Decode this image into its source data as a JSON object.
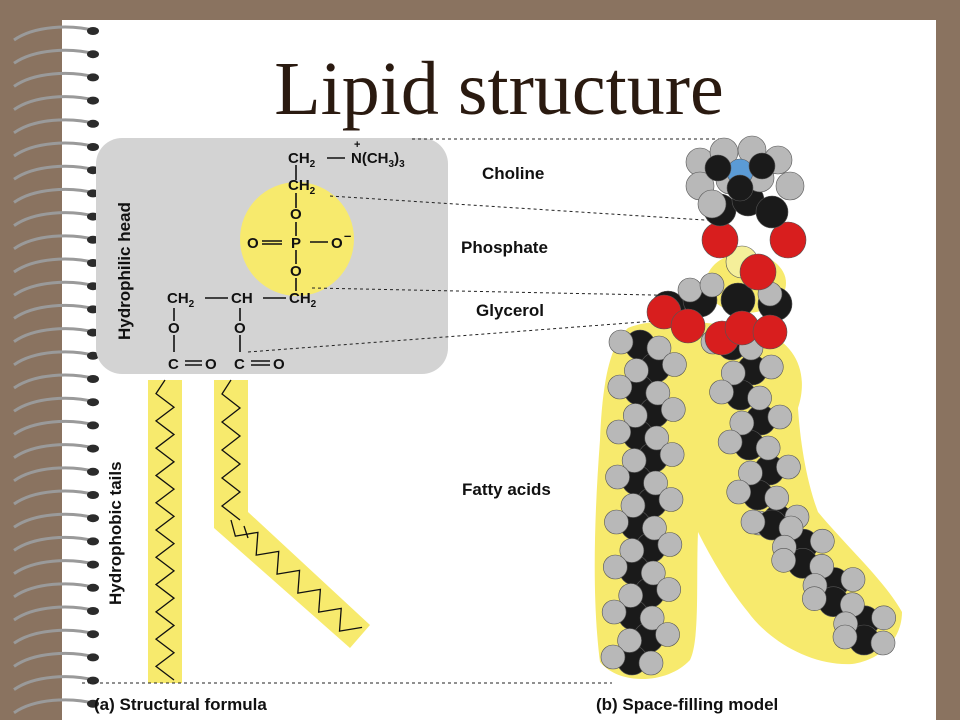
{
  "slide": {
    "title": "Lipid structure"
  },
  "structural": {
    "side_head": "Hydrophilic head",
    "side_tails": "Hydrophobic tails",
    "caption": "(a) Structural formula",
    "atoms": {
      "ch2_top": "CH",
      "nplus": "N",
      "nplus_charge": "+",
      "nme3": "(CH",
      "nme3_sub": "3",
      "nme3_close": ")",
      "nme3_sub2": "3",
      "ch2_mid": "CH",
      "o1": "O",
      "o_left": "O",
      "p": "P",
      "o_minus": "O",
      "minus": "–",
      "o2": "O",
      "ch2_left": "CH",
      "ch_mid": "CH",
      "ch2_right": "CH",
      "o_ester1": "O",
      "o_ester2": "O",
      "c1": "C",
      "o_dbl1": "O",
      "c2": "C",
      "o_dbl2": "O",
      "sub2": "2"
    }
  },
  "space_filling": {
    "caption": "(b) Space-filling model",
    "labels": {
      "choline": "Choline",
      "phosphate": "Phosphate",
      "glycerol": "Glycerol",
      "fatty_acids": "Fatty acids"
    }
  },
  "colors": {
    "page": "#8a7360",
    "slide": "#ffffff",
    "head_box": "#d3d3d3",
    "highlight_yellow": "#f7ea6d",
    "atom_carbon": "#1a1a1a",
    "atom_hydrogen": "#b8b8b8",
    "atom_oxygen": "#d81e1e",
    "atom_nitrogen": "#5b9bd5",
    "atom_phosphorus": "#f5ef9a"
  }
}
